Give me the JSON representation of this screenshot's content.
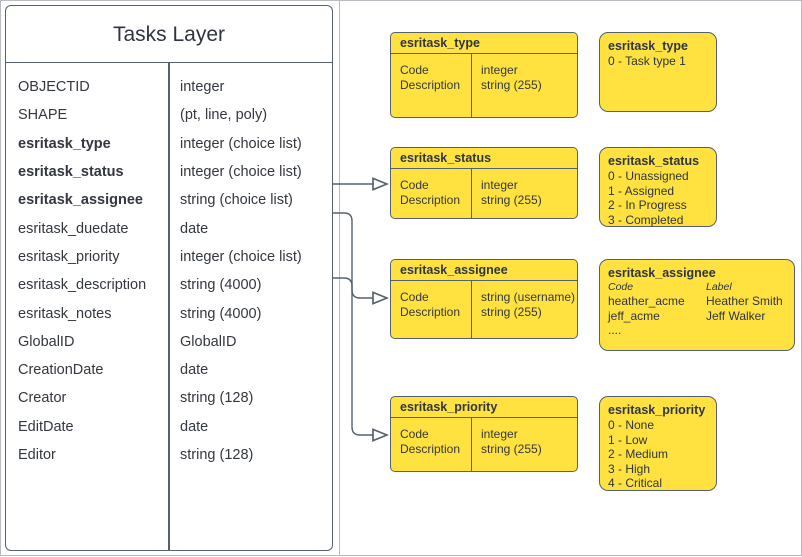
{
  "diagram": {
    "title": "Tasks Layer",
    "fields": [
      {
        "name": "OBJECTID",
        "type": "integer",
        "bold": false
      },
      {
        "name": "SHAPE",
        "type": "(pt, line, poly)",
        "bold": false
      },
      {
        "name": "esritask_type",
        "type": "integer (choice list)",
        "bold": true
      },
      {
        "name": "esritask_status",
        "type": "integer (choice list)",
        "bold": true
      },
      {
        "name": "esritask_assignee",
        "type": "string (choice list)",
        "bold": true
      },
      {
        "name": "esritask_duedate",
        "type": "date",
        "bold": false
      },
      {
        "name": "esritask_priority",
        "type": "integer (choice list)",
        "bold": false
      },
      {
        "name": "esritask_description",
        "type": "string (4000)",
        "bold": false
      },
      {
        "name": "esritask_notes",
        "type": "string (4000)",
        "bold": false
      },
      {
        "name": "GlobalID",
        "type": "GlobalID",
        "bold": false
      },
      {
        "name": "CreationDate",
        "type": "date",
        "bold": false
      },
      {
        "name": "Creator",
        "type": "string (128)",
        "bold": false
      },
      {
        "name": "EditDate",
        "type": "date",
        "bold": false
      },
      {
        "name": "Editor",
        "type": "string (128)",
        "bold": false
      }
    ]
  },
  "domain_boxes": [
    {
      "title": "esritask_type",
      "col1": [
        "Code",
        "Description"
      ],
      "col2": [
        "integer",
        "string (255)"
      ]
    },
    {
      "title": "esritask_status",
      "col1": [
        "Code",
        "Description"
      ],
      "col2": [
        "integer",
        "string (255)"
      ]
    },
    {
      "title": "esritask_assignee",
      "col1": [
        "Code",
        "Description"
      ],
      "col2": [
        "string  (username)",
        "string (255)"
      ]
    },
    {
      "title": "esritask_priority",
      "col1": [
        "Code",
        "Description"
      ],
      "col2": [
        "integer",
        "string (255)"
      ]
    }
  ],
  "value_boxes": {
    "type": {
      "title": "esritask_type",
      "lines": [
        "0 - Task type 1"
      ]
    },
    "status": {
      "title": "esritask_status",
      "lines": [
        "0 - Unassigned",
        "1 - Assigned",
        "2 - In Progress",
        "3 - Completed"
      ]
    },
    "assignee": {
      "title": "esritask_assignee",
      "head_code": "Code",
      "head_label": "Label",
      "rows": [
        {
          "code": "heather_acme",
          "label": "Heather Smith"
        },
        {
          "code": "jeff_acme",
          "label": "Jeff Walker"
        }
      ],
      "ellipsis": "...."
    },
    "priority": {
      "title": "esritask_priority",
      "lines": [
        "0 - None",
        "1 - Low",
        "2 - Medium",
        "3 - High",
        "4 - Critical"
      ]
    }
  },
  "colors": {
    "domain_yellow": "#ffe23f",
    "stroke": "#56606e",
    "outer_border": "#b8bcc2",
    "text": "#33373f"
  }
}
